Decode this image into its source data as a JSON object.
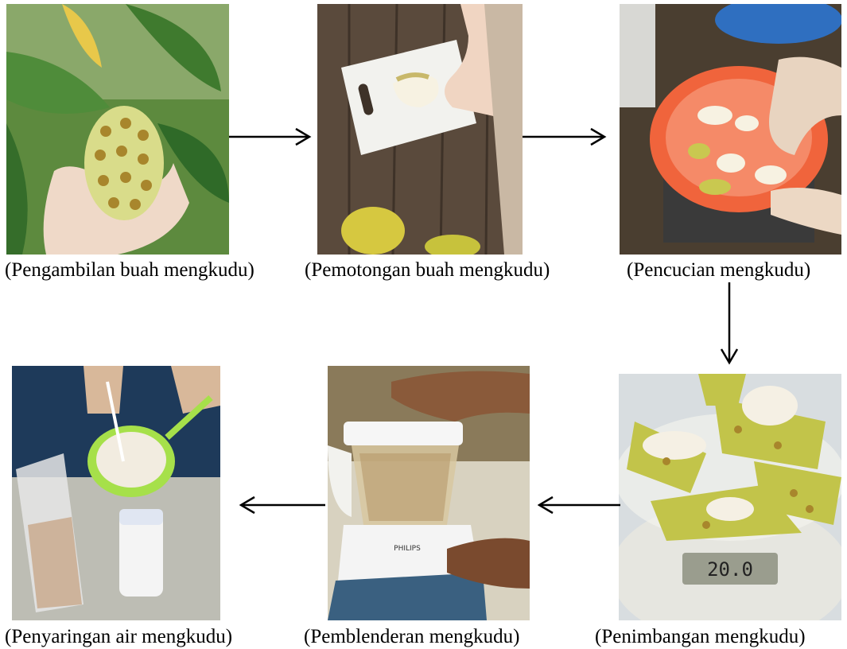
{
  "steps": [
    {
      "caption": "(Pengambilan buah mengkudu)",
      "scene": "noni fruit held in hand among leaves"
    },
    {
      "caption": "(Pemotongan buah mengkudu)",
      "scene": "cutting fruit on white board"
    },
    {
      "caption": "(Pencucian mengkudu)",
      "scene": "washing pieces in orange basin"
    },
    {
      "caption": "(Penimbangan mengkudu)",
      "scene": "weighing pieces on scale"
    },
    {
      "caption": "(Pemblenderan mengkudu)",
      "scene": "blending in blender"
    },
    {
      "caption": "(Penyaringan air mengkudu)",
      "scene": "straining juice with sieve"
    }
  ],
  "scale_display": "20.0",
  "blender_brand": "PHILIPS",
  "colors": {
    "leaf": "#3f7a2e",
    "fruit": "#d9dc8a",
    "wood": "#5a4a3c",
    "basin": "#f0643c",
    "scale": "#e6e6e0"
  }
}
